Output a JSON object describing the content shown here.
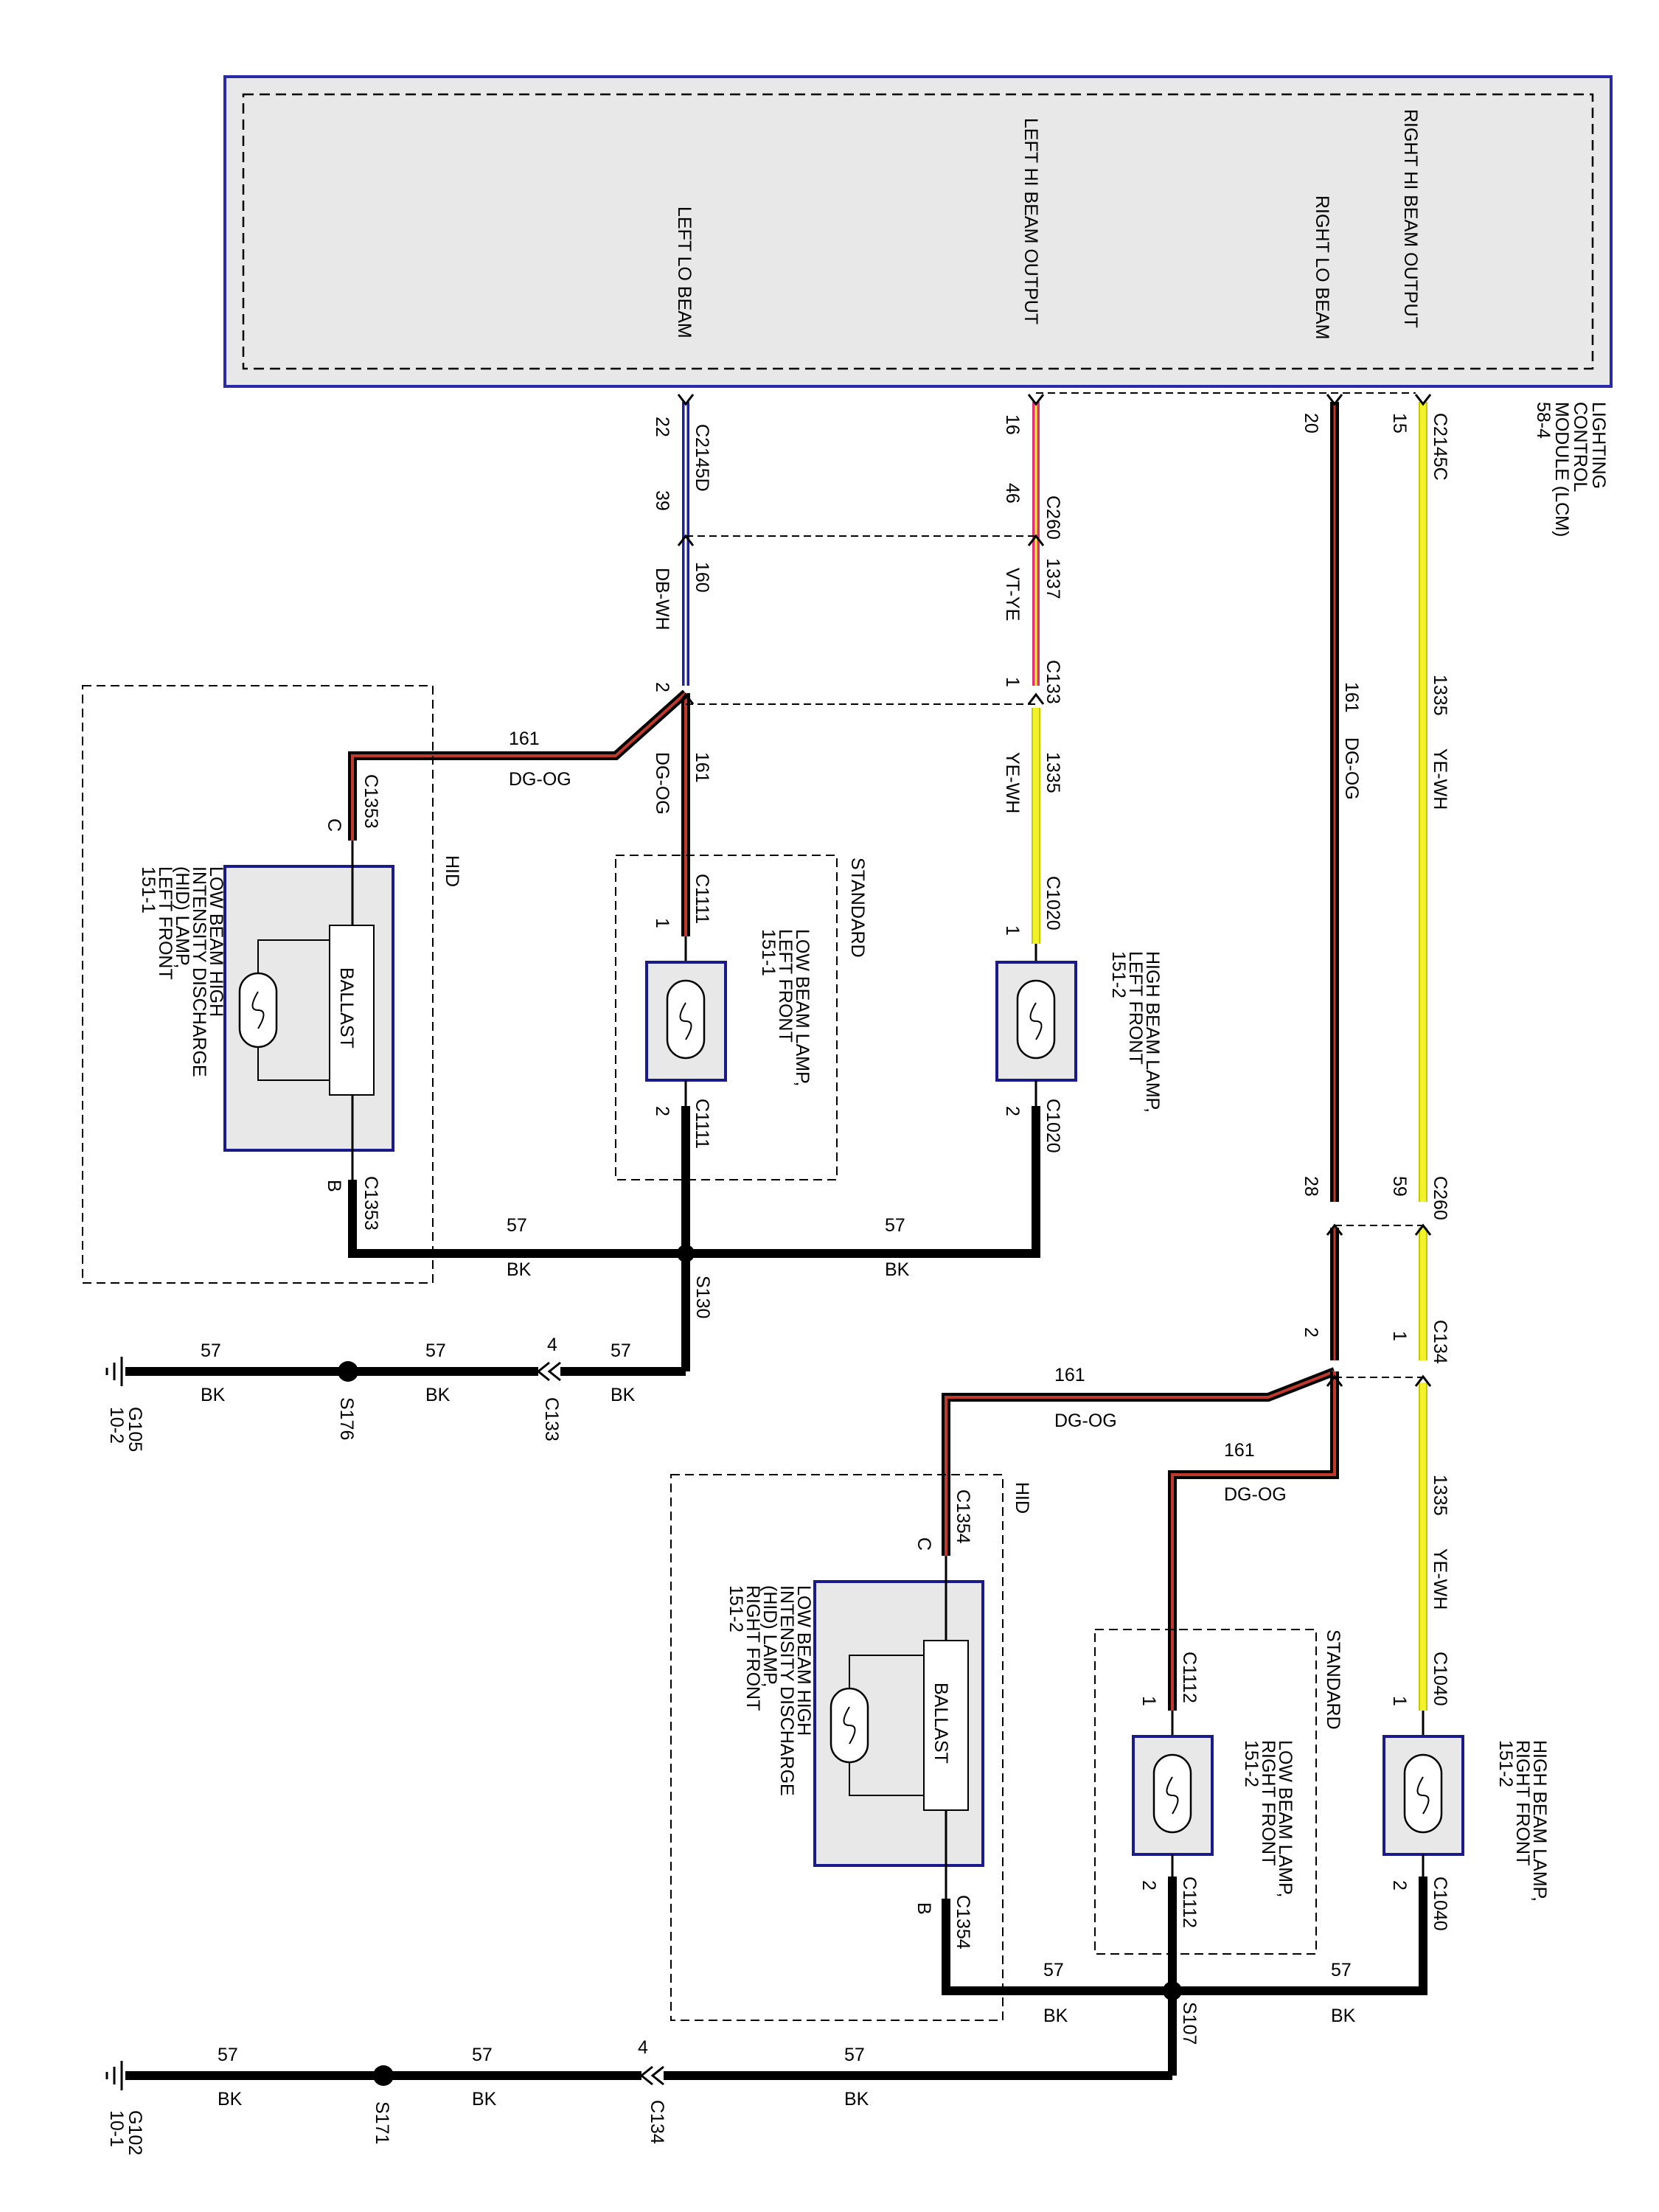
{
  "module": {
    "name_lines": [
      "LIGHTING",
      "CONTROL",
      "MODULE (LCM)",
      "58-4"
    ],
    "outputs": {
      "left_lo": "LEFT LO BEAM",
      "left_hi": "LEFT HI BEAM OUTPUT",
      "right_lo": "RIGHT LO BEAM",
      "right_hi": "RIGHT HI BEAM OUTPUT"
    }
  },
  "connectors": {
    "c2145d": "C2145D",
    "c2145c": "C2145C",
    "c260": "C260",
    "c133": "C133",
    "c134": "C134",
    "c1353": "C1353",
    "c1354": "C1354",
    "c1111": "C1111",
    "c1112": "C1112",
    "c1020": "C1020",
    "c1040": "C1040"
  },
  "pins": {
    "p22": "22",
    "p39": "39",
    "p16": "16",
    "p46": "46",
    "p20": "20",
    "p15": "15",
    "p28": "28",
    "p59": "59",
    "p1": "1",
    "p2": "2",
    "p4": "4",
    "pc": "C",
    "pb": "B"
  },
  "circuits": {
    "c160": "160",
    "c161": "161",
    "c1337": "1337",
    "c1335": "1335",
    "c57": "57"
  },
  "wire_colors": {
    "db_wh": "DB-WH",
    "vt_ye": "VT-YE",
    "dg_og": "DG-OG",
    "ye_wh": "YE-WH",
    "bk": "BK"
  },
  "splices": {
    "s130": "S130",
    "s176": "S176",
    "s107": "S107",
    "s171": "S171"
  },
  "grounds": {
    "g105": [
      "G105",
      "10-2"
    ],
    "g102": [
      "G102",
      "10-1"
    ]
  },
  "options": {
    "hid": "HID",
    "standard": "STANDARD"
  },
  "ballast": "BALLAST",
  "components": {
    "hid_left": [
      "LOW BEAM HIGH",
      "INTENSITY DISCHARGE",
      "(HID) LAMP,",
      "LEFT FRONT",
      "151-1"
    ],
    "lo_left": [
      "LOW BEAM LAMP,",
      "LEFT FRONT",
      "151-1"
    ],
    "hi_left": [
      "HIGH BEAM LAMP,",
      "LEFT FRONT",
      "151-2"
    ],
    "hid_right": [
      "LOW BEAM HIGH",
      "INTENSITY DISCHARGE",
      "(HID) LAMP,",
      "RIGHT FRONT",
      "151-2"
    ],
    "lo_right": [
      "LOW BEAM LAMP,",
      "RIGHT FRONT",
      "151-2"
    ],
    "hi_right": [
      "HIGH BEAM LAMP,",
      "RIGHT FRONT",
      "151-2"
    ]
  },
  "colors": {
    "module_border": "#2a2aa8",
    "module_fill": "#e8e8e8",
    "black_wire": "#000000",
    "dgog_stripe": "#c0392b",
    "yewh": "#f2f22a",
    "vtye": "#e0307a",
    "dbwh": "#20209a"
  }
}
